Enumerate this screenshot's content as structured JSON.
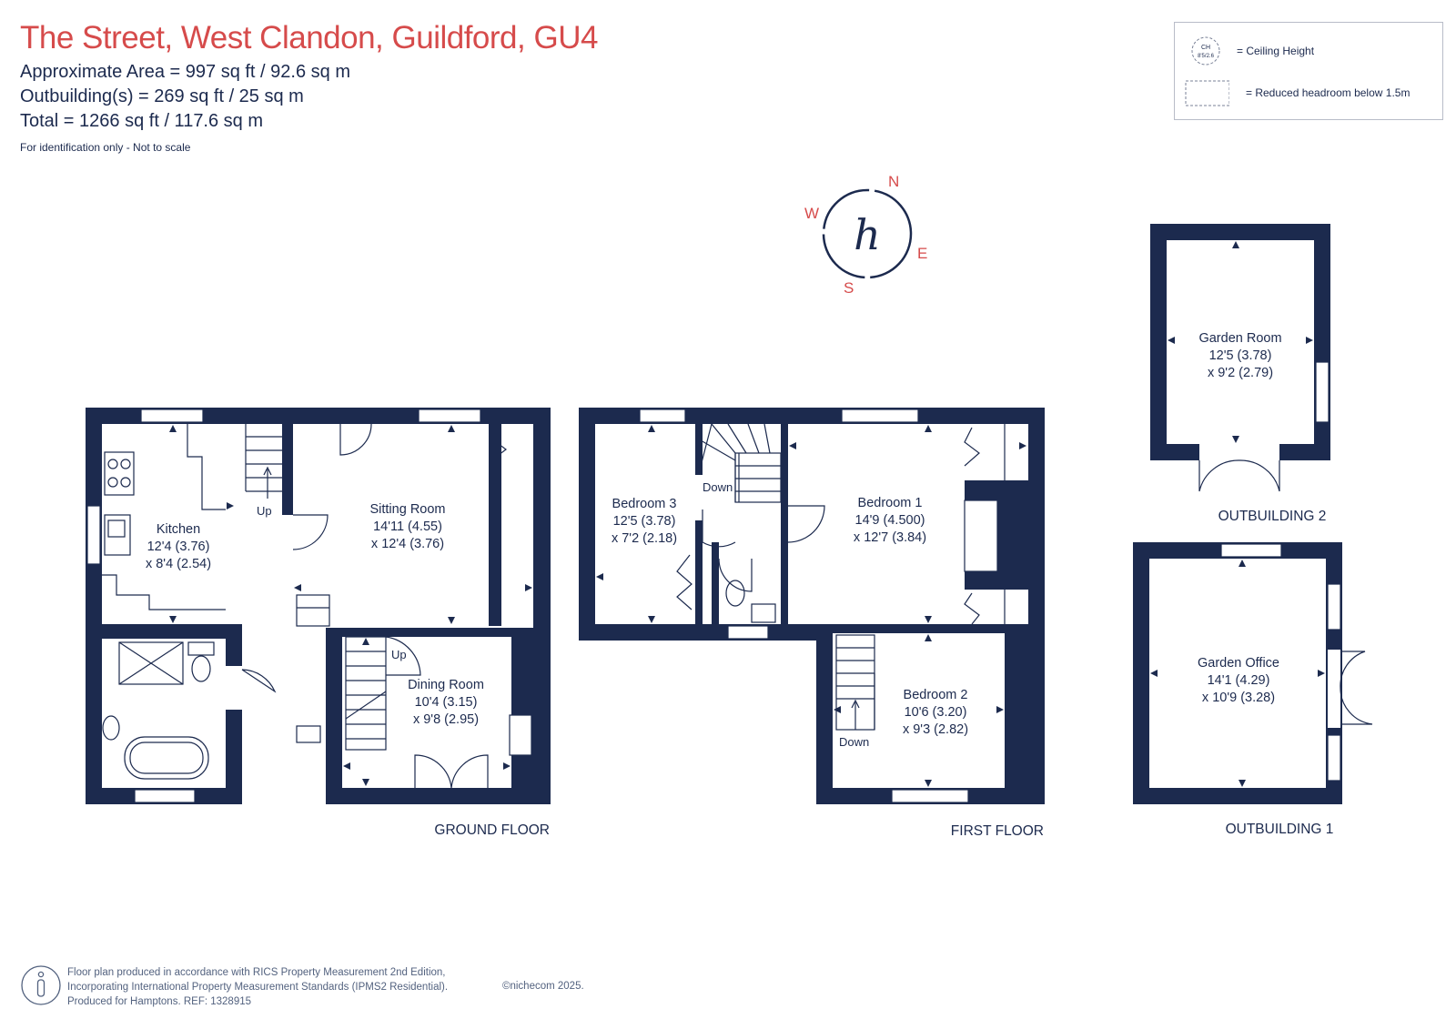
{
  "header": {
    "title": "The Street, West Clandon, Guildford, GU4",
    "area_main": "Approximate Area = 997  sq ft / 92.6  sq m",
    "area_outbuildings": "Outbuilding(s) = 269 sq ft / 25  sq m",
    "area_total": "Total = 1266 sq ft / 117.6 sq m",
    "disclaimer": "For identification only - Not to scale"
  },
  "legend": {
    "ceiling_symbol_top": "CH",
    "ceiling_symbol_bottom": "8'5/2.6",
    "ceiling_label": "= Ceiling Height",
    "headroom_label": "= Reduced headroom below 1.5m"
  },
  "compass": {
    "n": "N",
    "e": "E",
    "s": "S",
    "w": "W",
    "logo": "h"
  },
  "floors": {
    "ground": "GROUND FLOOR",
    "first": "FIRST FLOOR",
    "outbuilding1": "OUTBUILDING 1",
    "outbuilding2": "OUTBUILDING 2"
  },
  "rooms": {
    "kitchen": {
      "name": "Kitchen",
      "dim1": "12'4 (3.76)",
      "dim2": "x 8'4 (2.54)"
    },
    "sitting": {
      "name": "Sitting Room",
      "dim1": "14'11 (4.55)",
      "dim2": "x 12'4 (3.76)"
    },
    "dining": {
      "name": "Dining Room",
      "dim1": "10'4 (3.15)",
      "dim2": "x 9'8 (2.95)"
    },
    "bed3": {
      "name": "Bedroom 3",
      "dim1": "12'5 (3.78)",
      "dim2": "x 7'2 (2.18)"
    },
    "bed1": {
      "name": "Bedroom 1",
      "dim1": "14'9 (4.500)",
      "dim2": "x 12'7 (3.84)"
    },
    "bed2": {
      "name": "Bedroom 2",
      "dim1": "10'6 (3.20)",
      "dim2": "x 9'3 (2.82)"
    },
    "garden_room": {
      "name": "Garden Room",
      "dim1": "12'5 (3.78)",
      "dim2": "x 9'2 (2.79)"
    },
    "garden_office": {
      "name": "Garden Office",
      "dim1": "14'1 (4.29)",
      "dim2": "x 10'9 (3.28)"
    }
  },
  "stairs": {
    "up": "Up",
    "down": "Down"
  },
  "footer": {
    "line1": "Floor plan produced in accordance with RICS Property Measurement 2nd Edition,",
    "line2": "Incorporating International Property Measurement Standards (IPMS2 Residential).",
    "line3": "Produced for Hamptons.  REF:  1328915",
    "copyright": "©nichecom 2025."
  },
  "colors": {
    "wall": "#1c2a4e",
    "accent": "#d64b4b",
    "text": "#1c2a4e"
  }
}
